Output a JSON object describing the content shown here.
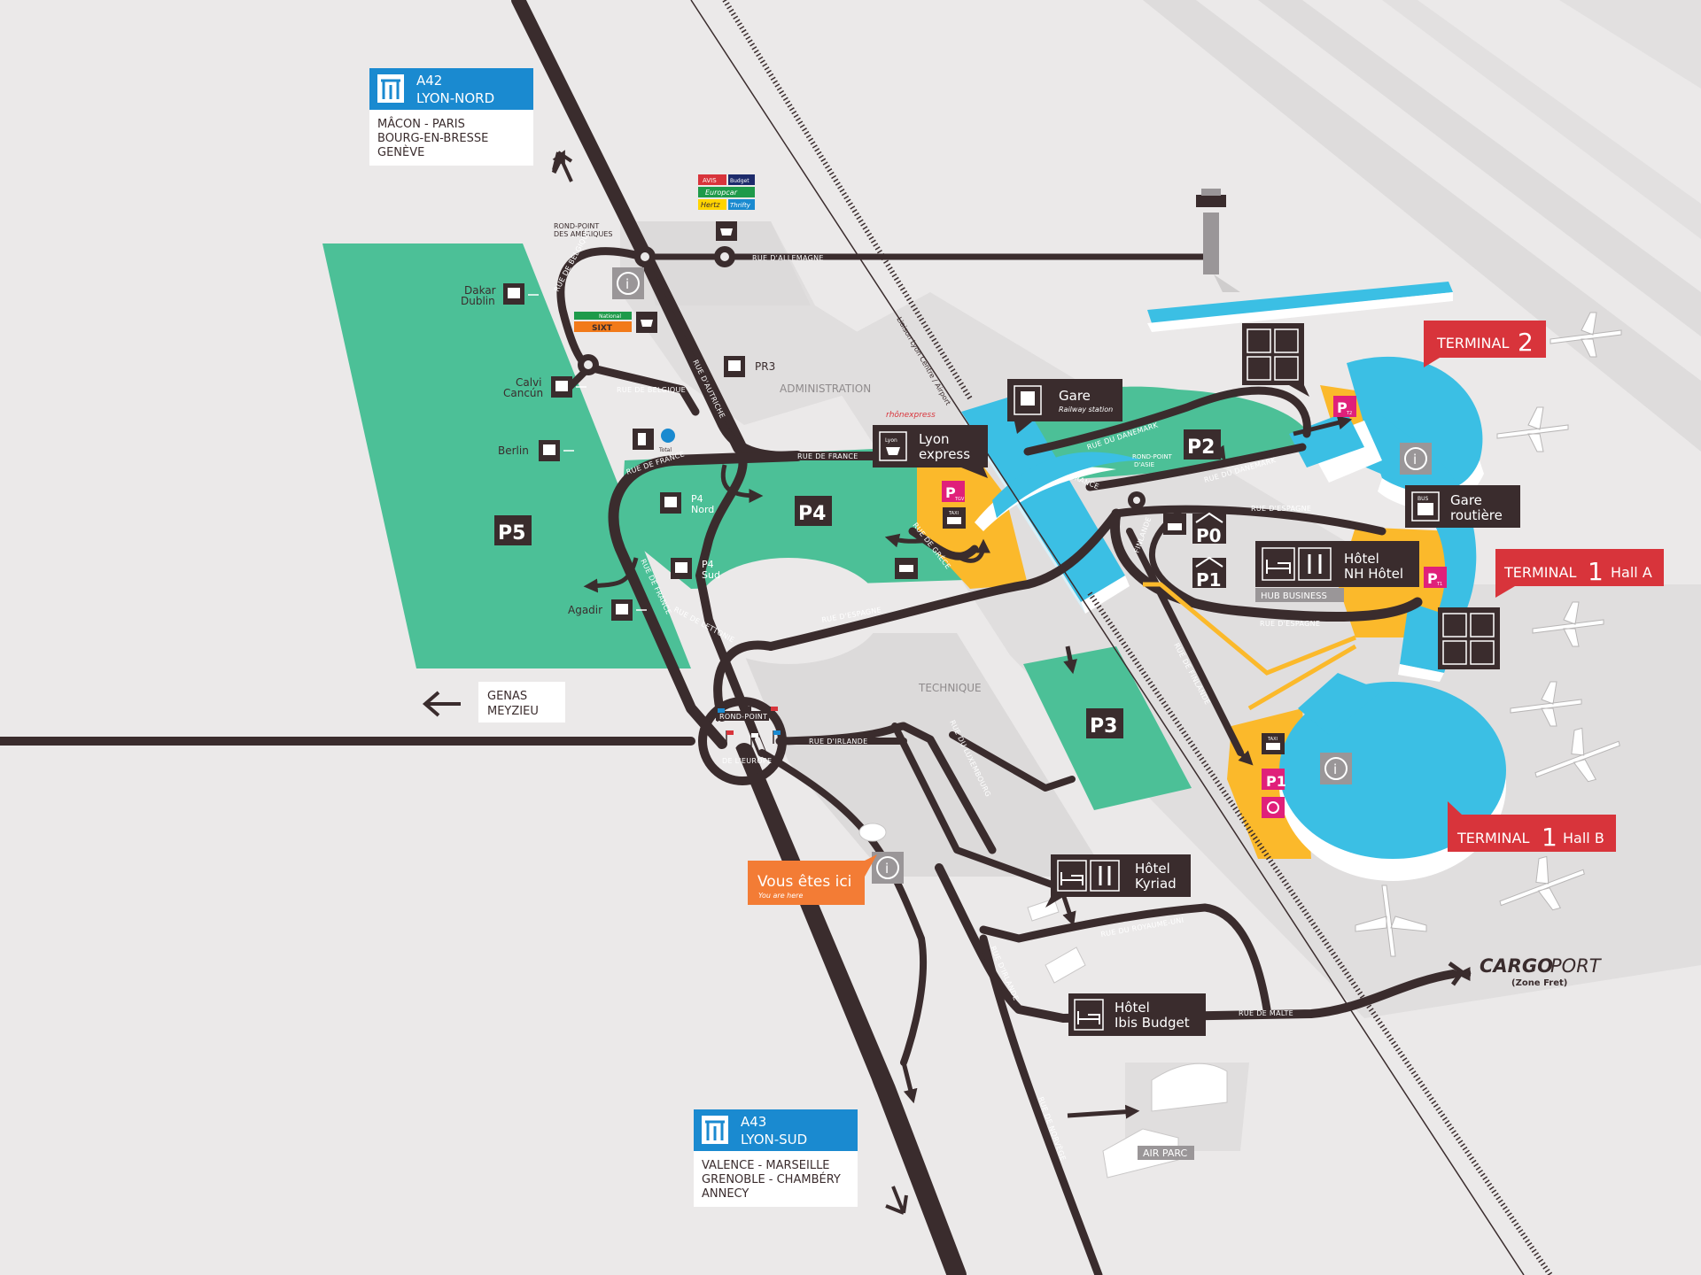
{
  "motorways": {
    "north": {
      "code": "A42",
      "name": "LYON-NORD",
      "lines": [
        "MÂCON - PARIS",
        "BOURG-EN-BRESSE",
        "GENÈVE"
      ]
    },
    "south": {
      "code": "A43",
      "name": "LYON-SUD",
      "lines": [
        "VALENCE - MARSEILLE",
        "GRENOBLE - CHAMBÉRY",
        "ANNECY"
      ]
    }
  },
  "direction_genas": [
    "GENAS",
    "MEYZIEU"
  ],
  "car_rental": [
    "AVIS",
    "Budget",
    "Europcar",
    "Hertz",
    "Thrifty",
    "National",
    "SIXT"
  ],
  "roundabouts": {
    "ameriques": [
      "ROND-POINT",
      "DES AMÉRIQUES"
    ],
    "europe": [
      "ROND-POINT",
      "DE L'EUROPE"
    ],
    "asie": [
      "ROND-POINT",
      "D'ASIE"
    ]
  },
  "roads": {
    "rue_belgique": "RUE DE BELGIQUE",
    "rue_allemagne": "RUE D'ALLEMAGNE",
    "rue_autriche": "RUE D'AUTRICHE",
    "rue_france": "RUE DE FRANCE",
    "rue_espagne": "RUE D'ESPAGNE",
    "rue_lettonie": "RUE DE LETTONIE",
    "rue_irlande": "RUE D'IRLANDE",
    "rue_luxembourg": "RUE DU LUXEMBOURG",
    "rue_grece": "RUE DE GRÈCE",
    "rue_danemark": "RUE DU DANEMARK",
    "rue_finlande": "RUE DE FINLANDE",
    "finlande": "FINLANDE",
    "france": "FRANCE",
    "rue_royaume_uni": "RUE DU ROYAUME-UNI",
    "rue_malte": "RUE DE MALTE",
    "rue_norvege": "RUE DE NORVÈGE",
    "rail_line": "Liaison Lyon Centre / Airport"
  },
  "zones": {
    "administration": "ADMINISTRATION",
    "technique": "TECHNIQUE",
    "hub_business": "HUB BUSINESS",
    "air_parc": "AIR PARC"
  },
  "parkings": {
    "p5": "P5",
    "p4": "P4",
    "p3": "P3",
    "p2": "P2",
    "p0": "P0",
    "p1": "P1"
  },
  "shuttle_stops": {
    "dakar": [
      "Dakar",
      "Dublin"
    ],
    "calvi": [
      "Calvi",
      "Cancún"
    ],
    "berlin": "Berlin",
    "agadir": "Agadir",
    "p4_nord": [
      "P4",
      "Nord"
    ],
    "p4_sud": [
      "P4",
      "Sud"
    ],
    "pr3": "PR3"
  },
  "stations": {
    "gare": {
      "name": "Gare",
      "sub": "Railway station"
    },
    "lyon_express": {
      "lines": [
        "Lyon",
        "express"
      ],
      "brand": "rhônexpress",
      "icon_label": "Lyon"
    },
    "gare_routiere": [
      "Gare",
      "routière"
    ]
  },
  "hotels": {
    "nh": [
      "Hôtel",
      "NH Hôtel"
    ],
    "kyriad": [
      "Hôtel",
      "Kyriad"
    ],
    "ibis": [
      "Hôtel",
      "Ibis Budget"
    ]
  },
  "terminals": {
    "t2": {
      "word": "TERMINAL",
      "num": "2",
      "hall": ""
    },
    "t1a": {
      "word": "TERMINAL",
      "num": "1",
      "hall": "Hall A"
    },
    "t1b": {
      "word": "TERMINAL",
      "num": "1",
      "hall": "Hall B"
    }
  },
  "you_are_here": {
    "main": "Vous êtes ici",
    "sub": "You are here"
  },
  "cargoport": {
    "a": "CARGO",
    "b": "PORT",
    "sub": "(Zone Fret)"
  },
  "parking_badges": {
    "tgv": "TGV",
    "t1": "T1",
    "t2": "T2"
  },
  "fuel_brand": "Total",
  "icon_labels": {
    "taxi": "TAXI",
    "bus": "BUS",
    "info": "i"
  },
  "colors": {
    "background": "#ebe9e9",
    "road": "#3a2c2d",
    "parking_green": "#4cc097",
    "terminal_blue": "#3bbfe4",
    "zone_yellow": "#fbb92b",
    "terminal_red": "#d8343b",
    "motorway_blue": "#1a8ad0",
    "you_are_here": "#f37c35",
    "parking_badge": "#e0207a"
  }
}
